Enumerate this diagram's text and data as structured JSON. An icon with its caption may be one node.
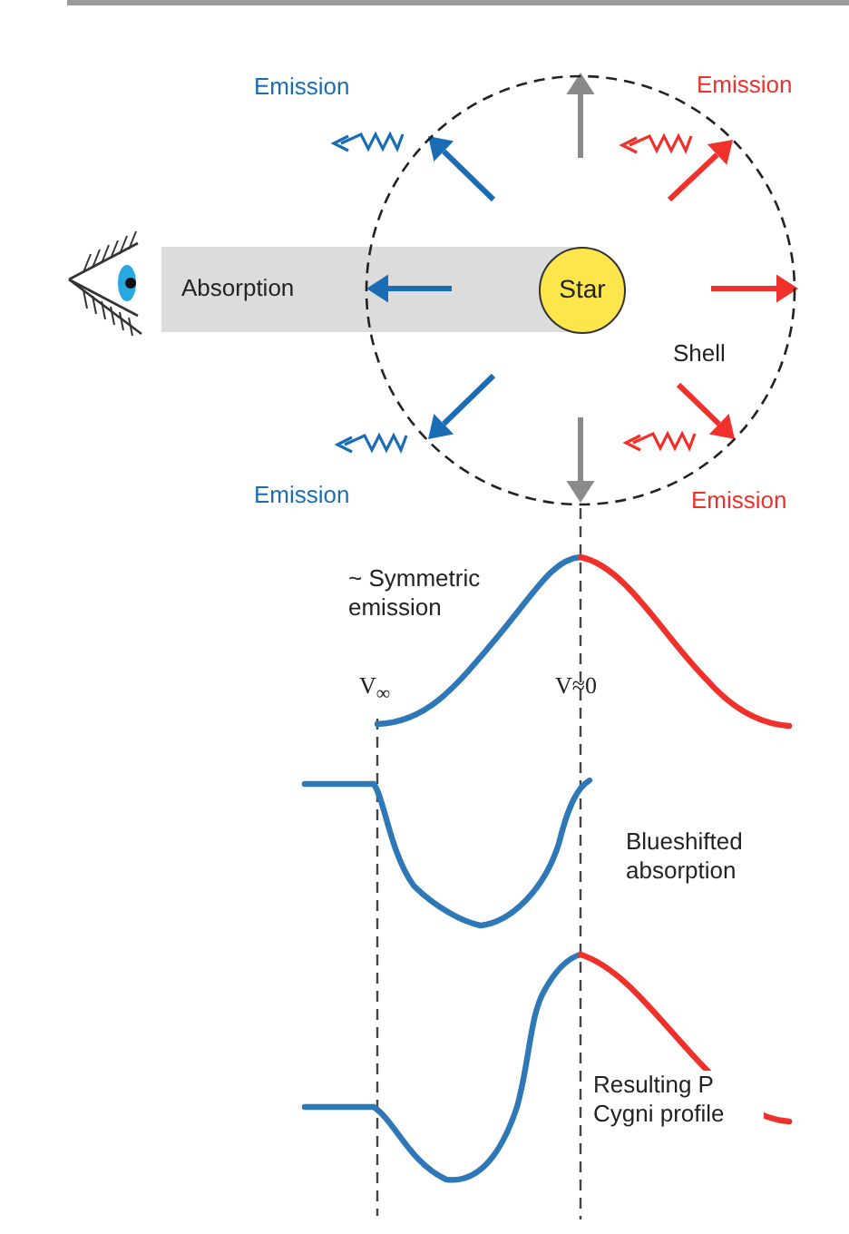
{
  "diagram": {
    "nodes": [
      {
        "text": [
          "Absorption"
        ]
      },
      {
        "text": [
          "Shell"
        ]
      },
      {
        "text": [
          "Star"
        ],
        "in": 1
      }
    ],
    "labels": [
      "Emission",
      "Emission",
      "Emission",
      "Emission",
      "~ Symmetric emission",
      "V$_{∞}$",
      "V≈0",
      "Blueshifted absorption",
      "Resulting P Cygni profile"
    ]
  }
}
